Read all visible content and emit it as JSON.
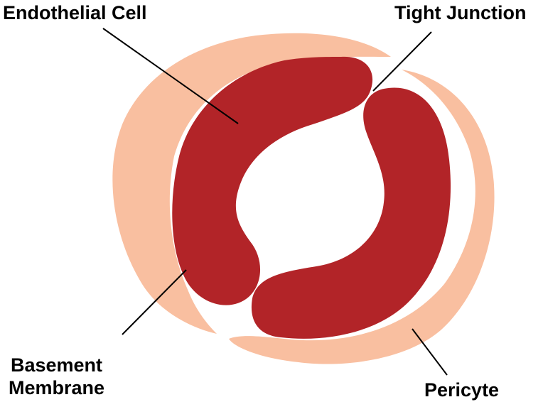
{
  "labels": {
    "endothelial_cell": "Endothelial Cell",
    "tight_junction": "Tight Junction",
    "basement_membrane_line1": "Basement",
    "basement_membrane_line2": "Membrane",
    "pericyte": "Pericyte"
  },
  "colors": {
    "endothelial_cell": "#B22428",
    "pericyte": "#F9BFA0",
    "lumen": "#FFFFFF",
    "leader_line": "#000000",
    "text": "#000000"
  }
}
